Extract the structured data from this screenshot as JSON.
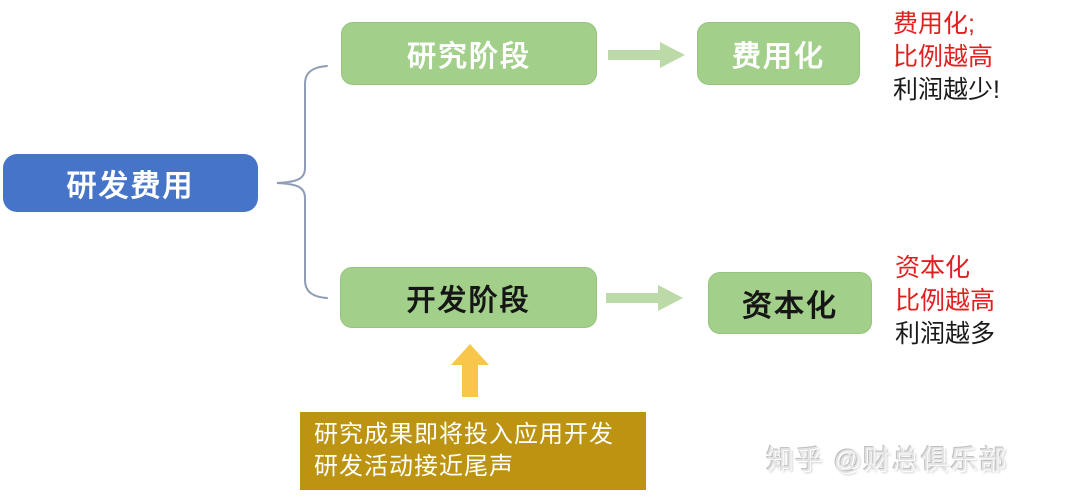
{
  "diagram": {
    "root_label": "研发费用",
    "research_branch": {
      "stage_label": "研究阶段",
      "result_label": "费用化",
      "note_line1": "费用化;",
      "note_line2": "比例越高",
      "note_line3": "利润越少!"
    },
    "development_branch": {
      "stage_label": "开发阶段",
      "result_label": "资本化",
      "note_line1": "资本化",
      "note_line2": "比例越高",
      "note_line3": "利润越多"
    },
    "transition_note": {
      "line1": "研究成果即将投入应用开发",
      "line2": "研发活动接近尾声"
    }
  },
  "watermark_text": "知乎 @财总俱乐部",
  "colors": {
    "root_box": "#4674C9",
    "stage_box": "#A2CF8A",
    "arrow_green": "#BCDAA8",
    "arrow_yellow": "#F7C64B",
    "callout_box": "#BC9411",
    "note_red": "#E02020",
    "note_black": "#1a1a1a",
    "brace_stroke": "#8E9DB5"
  }
}
